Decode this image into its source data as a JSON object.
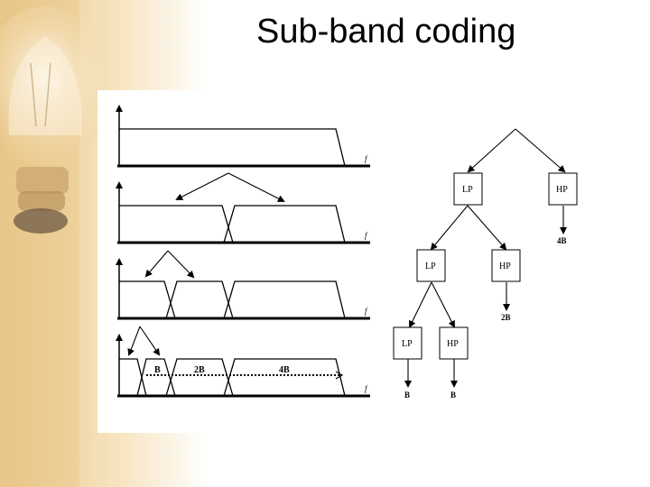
{
  "slide": {
    "title": "Sub-band coding",
    "accent_color": "#f3d9a8"
  },
  "spectrum": {
    "axis_label": "f",
    "band_labels": [
      "B",
      "2B",
      "4B"
    ]
  },
  "tree": {
    "level1": {
      "low": "LP",
      "high": "HP",
      "high_output": "4B"
    },
    "level2": {
      "low": "LP",
      "high": "HP",
      "high_output": "2B"
    },
    "level3": {
      "low": "LP",
      "high": "HP",
      "low_output": "B",
      "high_output": "B"
    }
  }
}
